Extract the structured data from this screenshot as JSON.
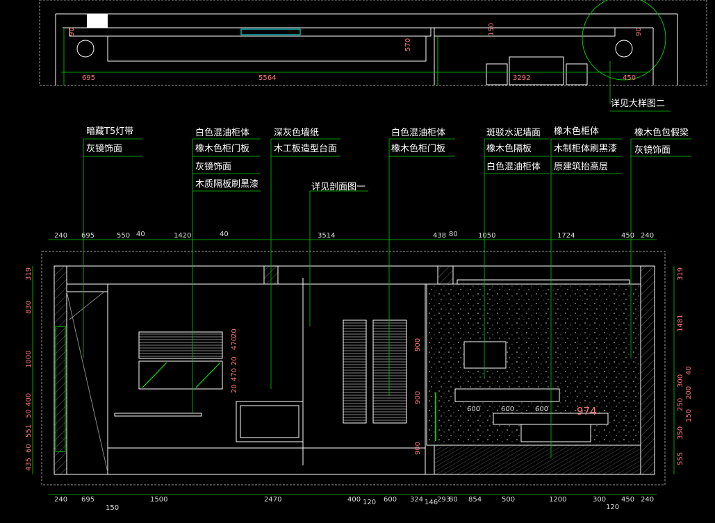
{
  "colors": {
    "background": "#000000",
    "leader": "#33cc33",
    "outline": "#ffffff",
    "cabinet": "#00cccc",
    "dimension_text": "#ff7777",
    "label_text": "#ffffff"
  },
  "plan": {
    "dims_bottom": [
      "695",
      "5564",
      "3292",
      "450"
    ],
    "dims_vertical": [
      "90",
      "570",
      "150",
      "90"
    ],
    "detail_note": "详见大样图二"
  },
  "annotations": {
    "col1": [
      "暗藏T5灯带",
      "灰镜饰面"
    ],
    "col2": [
      "白色混油柜体",
      "橡木色柜门板",
      "灰镜饰面",
      "木质隔板刷黑漆"
    ],
    "col3": [
      "深灰色墙纸",
      "木工板造型台面"
    ],
    "section_note": "详见剖面图一",
    "col4": [
      "白色混油柜体",
      "橡木色柜门板"
    ],
    "col5": [
      "斑驳水泥墙面",
      "橡木色隔板",
      "白色混油柜体"
    ],
    "col6": [
      "橡木色柜体",
      "木制柜体刷黑漆",
      "原建筑抬高层"
    ],
    "col7": [
      "橡木色包假梁",
      "灰镜饰面"
    ]
  },
  "elevation": {
    "dims_top": [
      "240",
      "695",
      "550",
      "40",
      "1420",
      "40",
      "3514",
      "438",
      "80",
      "1050",
      "1724",
      "450",
      "240"
    ],
    "dims_bottom": [
      "240",
      "695",
      "150",
      "1500",
      "2470",
      "400",
      "120",
      "600",
      "324",
      "146",
      "293",
      "80",
      "854",
      "500",
      "1200",
      "300",
      "120",
      "450",
      "240"
    ],
    "dims_left": [
      "319",
      "830",
      "1000",
      "400",
      "50",
      "551",
      "60",
      "435"
    ],
    "dims_right": [
      "319",
      "1481",
      "40",
      "300",
      "200",
      "250",
      "150",
      "350",
      "555"
    ],
    "dims_tv_niche": [
      "20",
      "470",
      "20",
      "470",
      "20"
    ],
    "dims_cabinet": [
      "900",
      "900",
      "900"
    ],
    "dims_shelf": [
      "600",
      "600",
      "600"
    ],
    "cabinet_height_mark": "974"
  }
}
